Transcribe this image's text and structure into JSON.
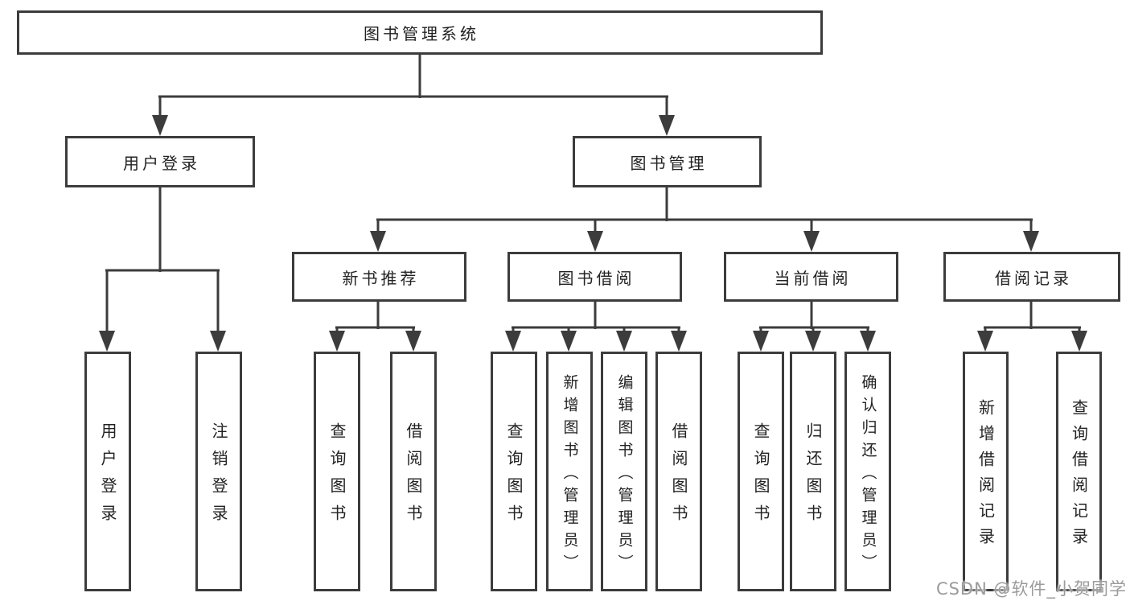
{
  "diagram": {
    "line_color": "#3c3c3c",
    "tree": {
      "label": "图书管理系统",
      "children": [
        {
          "label": "用户登录",
          "children": [
            {
              "label": "用户登录"
            },
            {
              "label": "注销登录"
            }
          ]
        },
        {
          "label": "图书管理",
          "children": [
            {
              "label": "新书推荐",
              "children": [
                {
                  "label": "查询图书"
                },
                {
                  "label": "借阅图书"
                }
              ]
            },
            {
              "label": "图书借阅",
              "children": [
                {
                  "label": "查询图书"
                },
                {
                  "label": "新增图书（管理员）"
                },
                {
                  "label": "编辑图书（管理员）"
                },
                {
                  "label": "借阅图书"
                }
              ]
            },
            {
              "label": "当前借阅",
              "children": [
                {
                  "label": "查询图书"
                },
                {
                  "label": "归还图书"
                },
                {
                  "label": "确认归还（管理员）"
                }
              ]
            },
            {
              "label": "借阅记录",
              "children": [
                {
                  "label": "新增借阅记录"
                },
                {
                  "label": "查询借阅记录"
                }
              ]
            }
          ]
        }
      ]
    }
  },
  "watermark": {
    "text": "CSDN @软件_小贺同学"
  }
}
